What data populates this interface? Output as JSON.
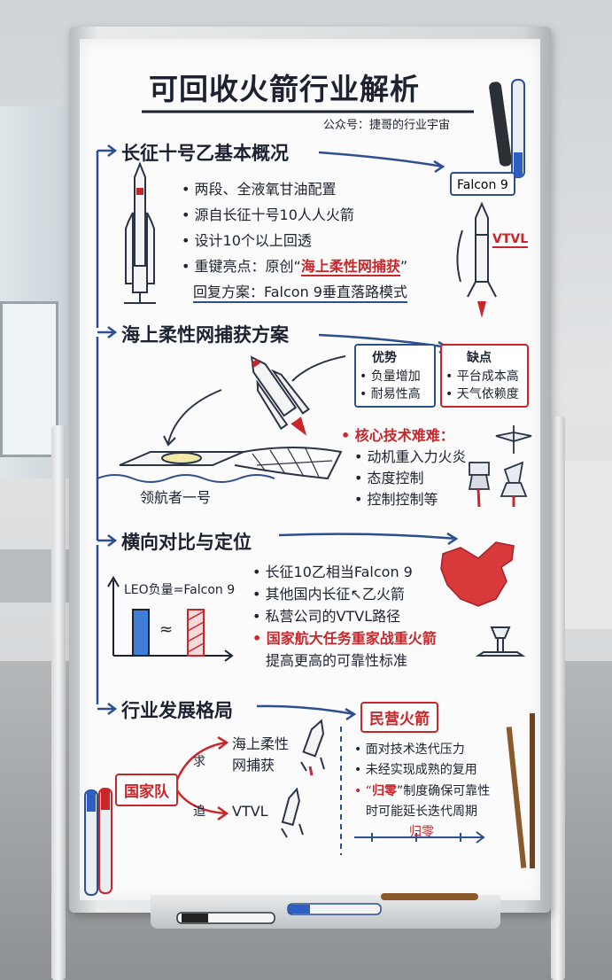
{
  "title": "可回收火箭行业解析",
  "subtitle": "公众号：捷哥的行业宇宙",
  "section1": {
    "heading": "长征十号乙基本概况",
    "bullets": [
      "• 两段、全液氧甘油配置",
      "• 源自长征十号10人人火箭",
      "• 设计10个以上回透"
    ],
    "highlight_prefix": "• 重键亮点：原创“",
    "highlight_text": "海上柔性网捕获",
    "highlight_suffix": "”",
    "recovery_line": "回复方案：Falcon 9垂直落路模式",
    "falcon_label": "Falcon 9",
    "vtvl_label": "VTVL"
  },
  "section2": {
    "heading": "海上柔性网捕获方案",
    "pros_title": "优势",
    "pros": [
      "• 负量增加",
      "• 耐易性高"
    ],
    "cons_title": "缺点",
    "cons": [
      "• 平台成本高",
      "• 天气依赖度"
    ],
    "core_title": "• 核心技术难难：",
    "core_items": [
      "• 动机重入力火炎",
      "• 态度控制",
      "• 控制控制等"
    ],
    "ship_label": "领航者一号"
  },
  "section3": {
    "heading": "横向对比与定位",
    "chart_label": "LEO负量=Falcon 9",
    "approx": "≈",
    "bullets": [
      "• 长征10乙相当Falcon 9",
      "• 其他国内长征↖乙火箭",
      "• 私营公司的VTVL路径"
    ],
    "red_bullet": "• 国家航大任务重家战重火箭",
    "last_line": "提高更高的可靠性标准"
  },
  "section4": {
    "heading": "行业发展格局",
    "national": "国家队",
    "seek": "求",
    "chase": "追",
    "branch_net_1": "海上柔性",
    "branch_net_2": "网捕获",
    "branch_vtvl": "VTVL",
    "private_title": "民营火箭",
    "private_items": [
      "• 面对技术迭代压力",
      "• 未经实现成熟的复用"
    ],
    "guiling_prefix": "• “",
    "guiling_word": "归零",
    "guiling_suffix": "”制度确保可靠性",
    "guiling_line2": "时可能延长迭代周期",
    "timeline_label": "归零"
  },
  "colors": {
    "ink": "#1d2230",
    "blue": "#2d4e8f",
    "red": "#c8262b"
  }
}
